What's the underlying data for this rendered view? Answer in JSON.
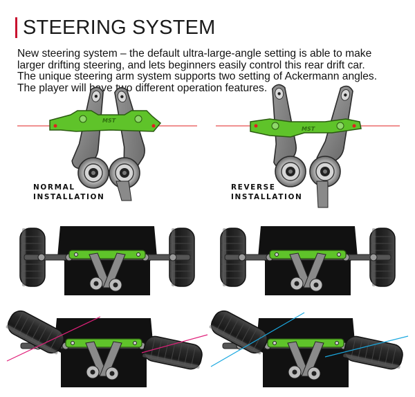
{
  "header": {
    "title": "STEERING SYSTEM",
    "accent_color": "#c8102e"
  },
  "description": {
    "lines": [
      "New steering system – the default ultra-large-angle setting is able to make",
      "larger drifting steering, and lets beginners easily control this rear drift car.",
      "The unique steering arm system supports two setting of Ackermann angles.",
      "The player will have two different operation features."
    ]
  },
  "diagram": {
    "normal": {
      "label_line1": "NORMAL",
      "label_line2": "INSTALLATION",
      "badge": "MST"
    },
    "reverse": {
      "label_line1": "REVERSE",
      "label_line2": "INSTALLATION",
      "badge": "MST"
    },
    "colors": {
      "steering_plate": "#5fc32a",
      "reference_line": "#e02020",
      "normal_angle_line": "#e0207a",
      "reverse_angle_line": "#1aa8e0",
      "chassis": "#111111",
      "tire": "#2a2a2a"
    }
  }
}
